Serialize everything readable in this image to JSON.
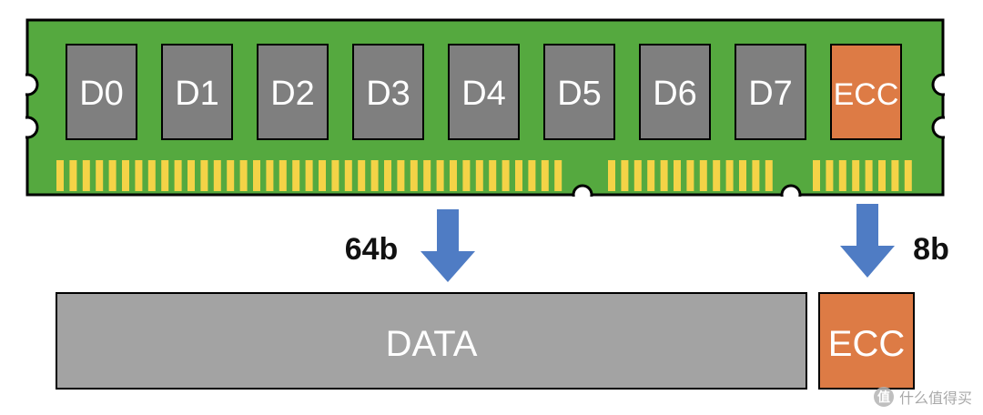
{
  "memory_module": {
    "chips": [
      {
        "label": "D0",
        "type": "data"
      },
      {
        "label": "D1",
        "type": "data"
      },
      {
        "label": "D2",
        "type": "data"
      },
      {
        "label": "D3",
        "type": "data"
      },
      {
        "label": "D4",
        "type": "data"
      },
      {
        "label": "D5",
        "type": "data"
      },
      {
        "label": "D6",
        "type": "data"
      },
      {
        "label": "D7",
        "type": "data"
      },
      {
        "label": "ECC",
        "type": "ecc"
      }
    ]
  },
  "arrows": {
    "data_width": "64b",
    "ecc_width": "8b"
  },
  "output": {
    "data_label": "DATA",
    "ecc_label": "ECC"
  },
  "watermark": {
    "text": "什么值得买",
    "logo": "值"
  },
  "colors": {
    "pcb": "#55a93f",
    "chip_data": "#7f7f7f",
    "chip_ecc": "#dd7b45",
    "gold_pin": "#f4d347",
    "arrow": "#4f7cc4",
    "data_block": "#a3a3a3",
    "outline": "#000000"
  }
}
